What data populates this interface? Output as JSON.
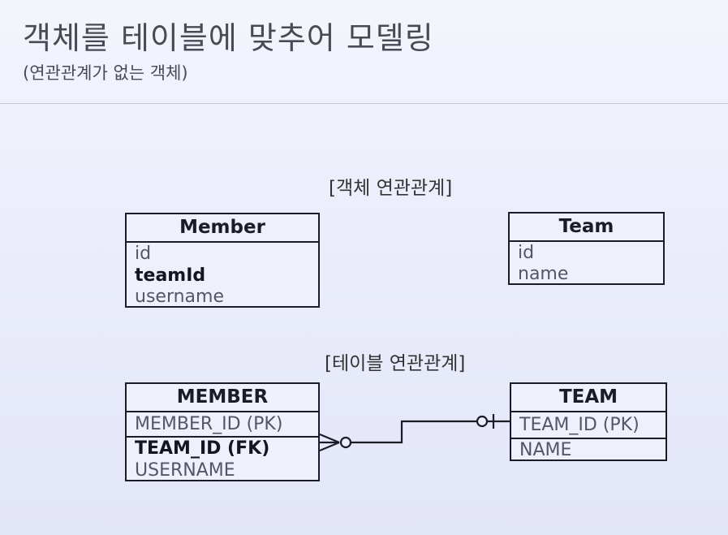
{
  "slide": {
    "title": "객체를 테이블에 맞추어 모델링",
    "subtitle": "(연관관계가 없는 객체)"
  },
  "object_section": {
    "label": "[객체 연관관계]",
    "member": {
      "name": "Member",
      "fields": [
        "id",
        "teamId",
        "username"
      ]
    },
    "team": {
      "name": "Team",
      "fields": [
        "id",
        "name"
      ]
    }
  },
  "table_section": {
    "label": "[테이블 연관관계]",
    "member": {
      "name": "MEMBER",
      "fields": [
        "MEMBER_ID (PK)",
        "TEAM_ID (FK)",
        "USERNAME"
      ]
    },
    "team": {
      "name": "TEAM",
      "fields": [
        "TEAM_ID (PK)",
        "NAME"
      ]
    },
    "relationship": {
      "from": "TEAM_ID (FK)",
      "to": "TEAM_ID (PK)",
      "from_cardinality": "zero-or-many",
      "to_cardinality": "zero-or-one"
    }
  }
}
